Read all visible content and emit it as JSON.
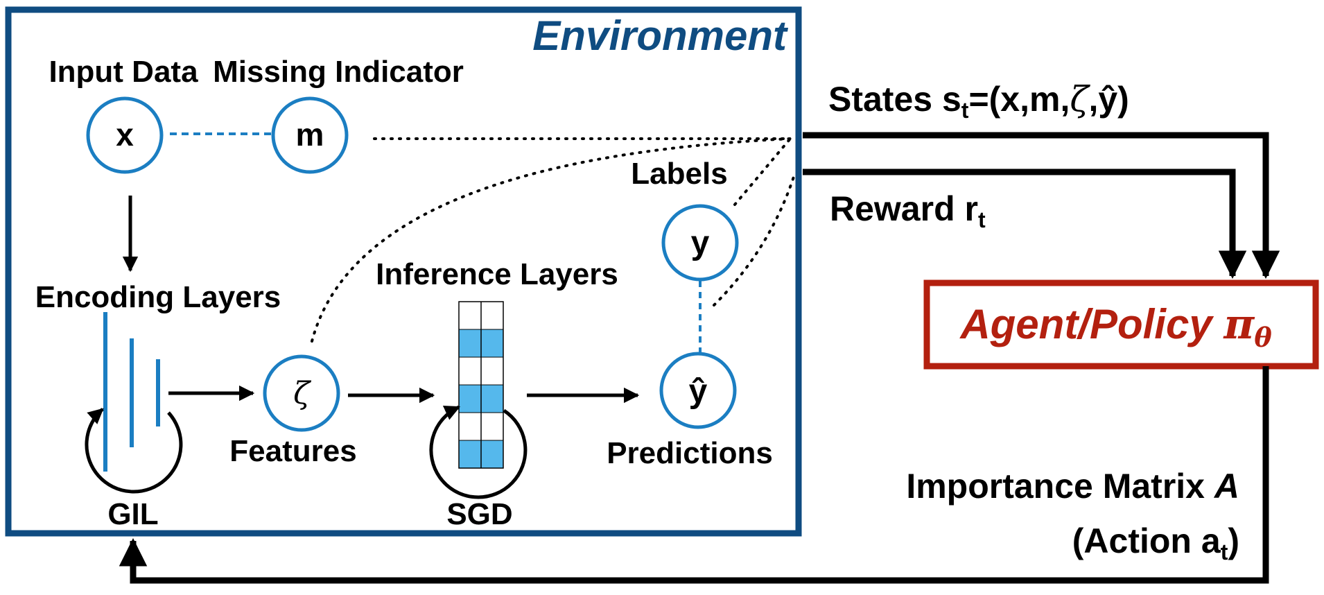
{
  "environment": {
    "title": "Environment",
    "input_data_label": "Input Data",
    "missing_indicator_label": "Missing Indicator",
    "labels_label": "Labels",
    "encoding_layers_label": "Encoding Layers",
    "inference_layers_label": "Inference Layers",
    "features_label": "Features",
    "predictions_label": "Predictions",
    "gil_label": "GIL",
    "sgd_label": "SGD",
    "nodes": {
      "x": "x",
      "m": "m",
      "zeta": "ζ",
      "y": "y",
      "y_hat": "ŷ"
    }
  },
  "states": {
    "prefix": "States s",
    "subscript": "t",
    "tuple": "=(x,m,",
    "zeta": "ζ",
    "tail": ",ŷ)"
  },
  "reward": {
    "prefix": "Reward r",
    "subscript": "t"
  },
  "agent": {
    "label": "Agent/Policy ",
    "pi": "π",
    "theta": "θ"
  },
  "action": {
    "line1_prefix": "Importance Matrix ",
    "line1_italic": "A",
    "line2_prefix": "(Action a",
    "line2_subscript": "t",
    "line2_suffix": ")"
  },
  "colors": {
    "environment_border": "#0f4c81",
    "environment_title": "#0f4c81",
    "node_stroke": "#1b7ec2",
    "layer_fill": "#55b8ec",
    "agent_red": "#b3200f"
  }
}
